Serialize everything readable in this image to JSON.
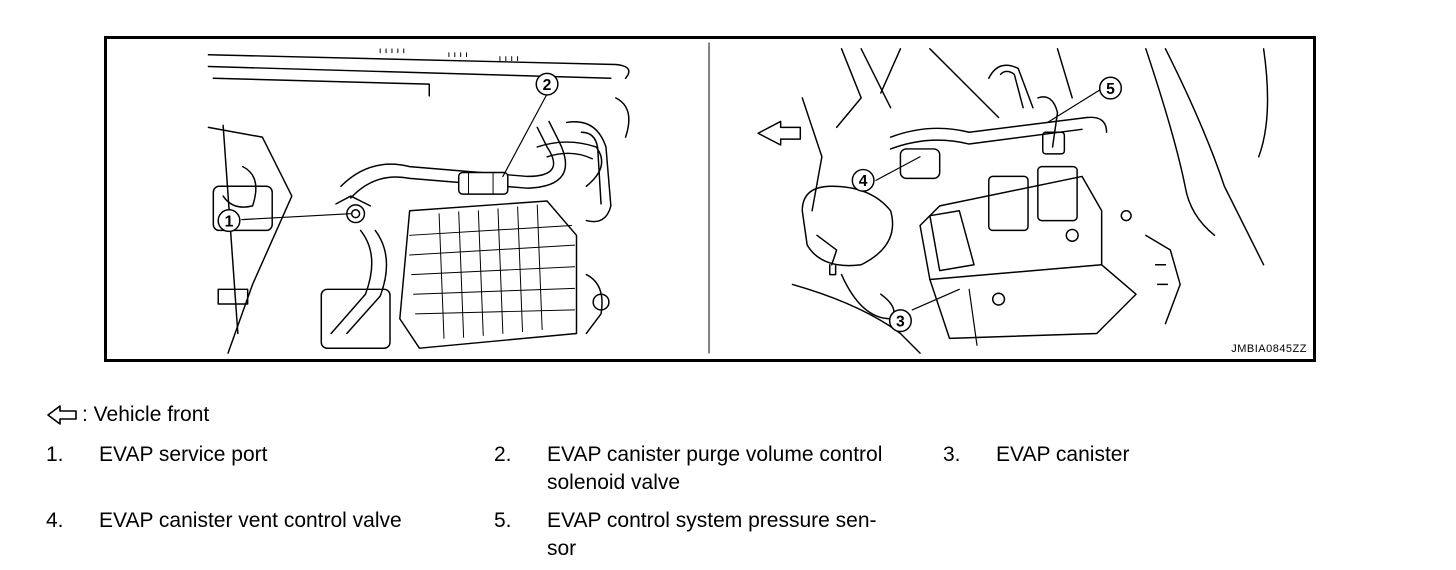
{
  "figure": {
    "code": "JMBIA0845ZZ"
  },
  "callouts": [
    "1",
    "2",
    "3",
    "4",
    "5"
  ],
  "legend": {
    "arrow_icon": "hollow-left-arrow-icon",
    "label": ": Vehicle front"
  },
  "items": [
    {
      "num": "1.",
      "text": "EVAP service port"
    },
    {
      "num": "2.",
      "text": "EVAP canister purge volume control\nsolenoid valve"
    },
    {
      "num": "3.",
      "text": "EVAP canister"
    },
    {
      "num": "4.",
      "text": "EVAP canister vent control valve"
    },
    {
      "num": "5.",
      "text": "EVAP control system pressure sen-\nsor"
    }
  ]
}
